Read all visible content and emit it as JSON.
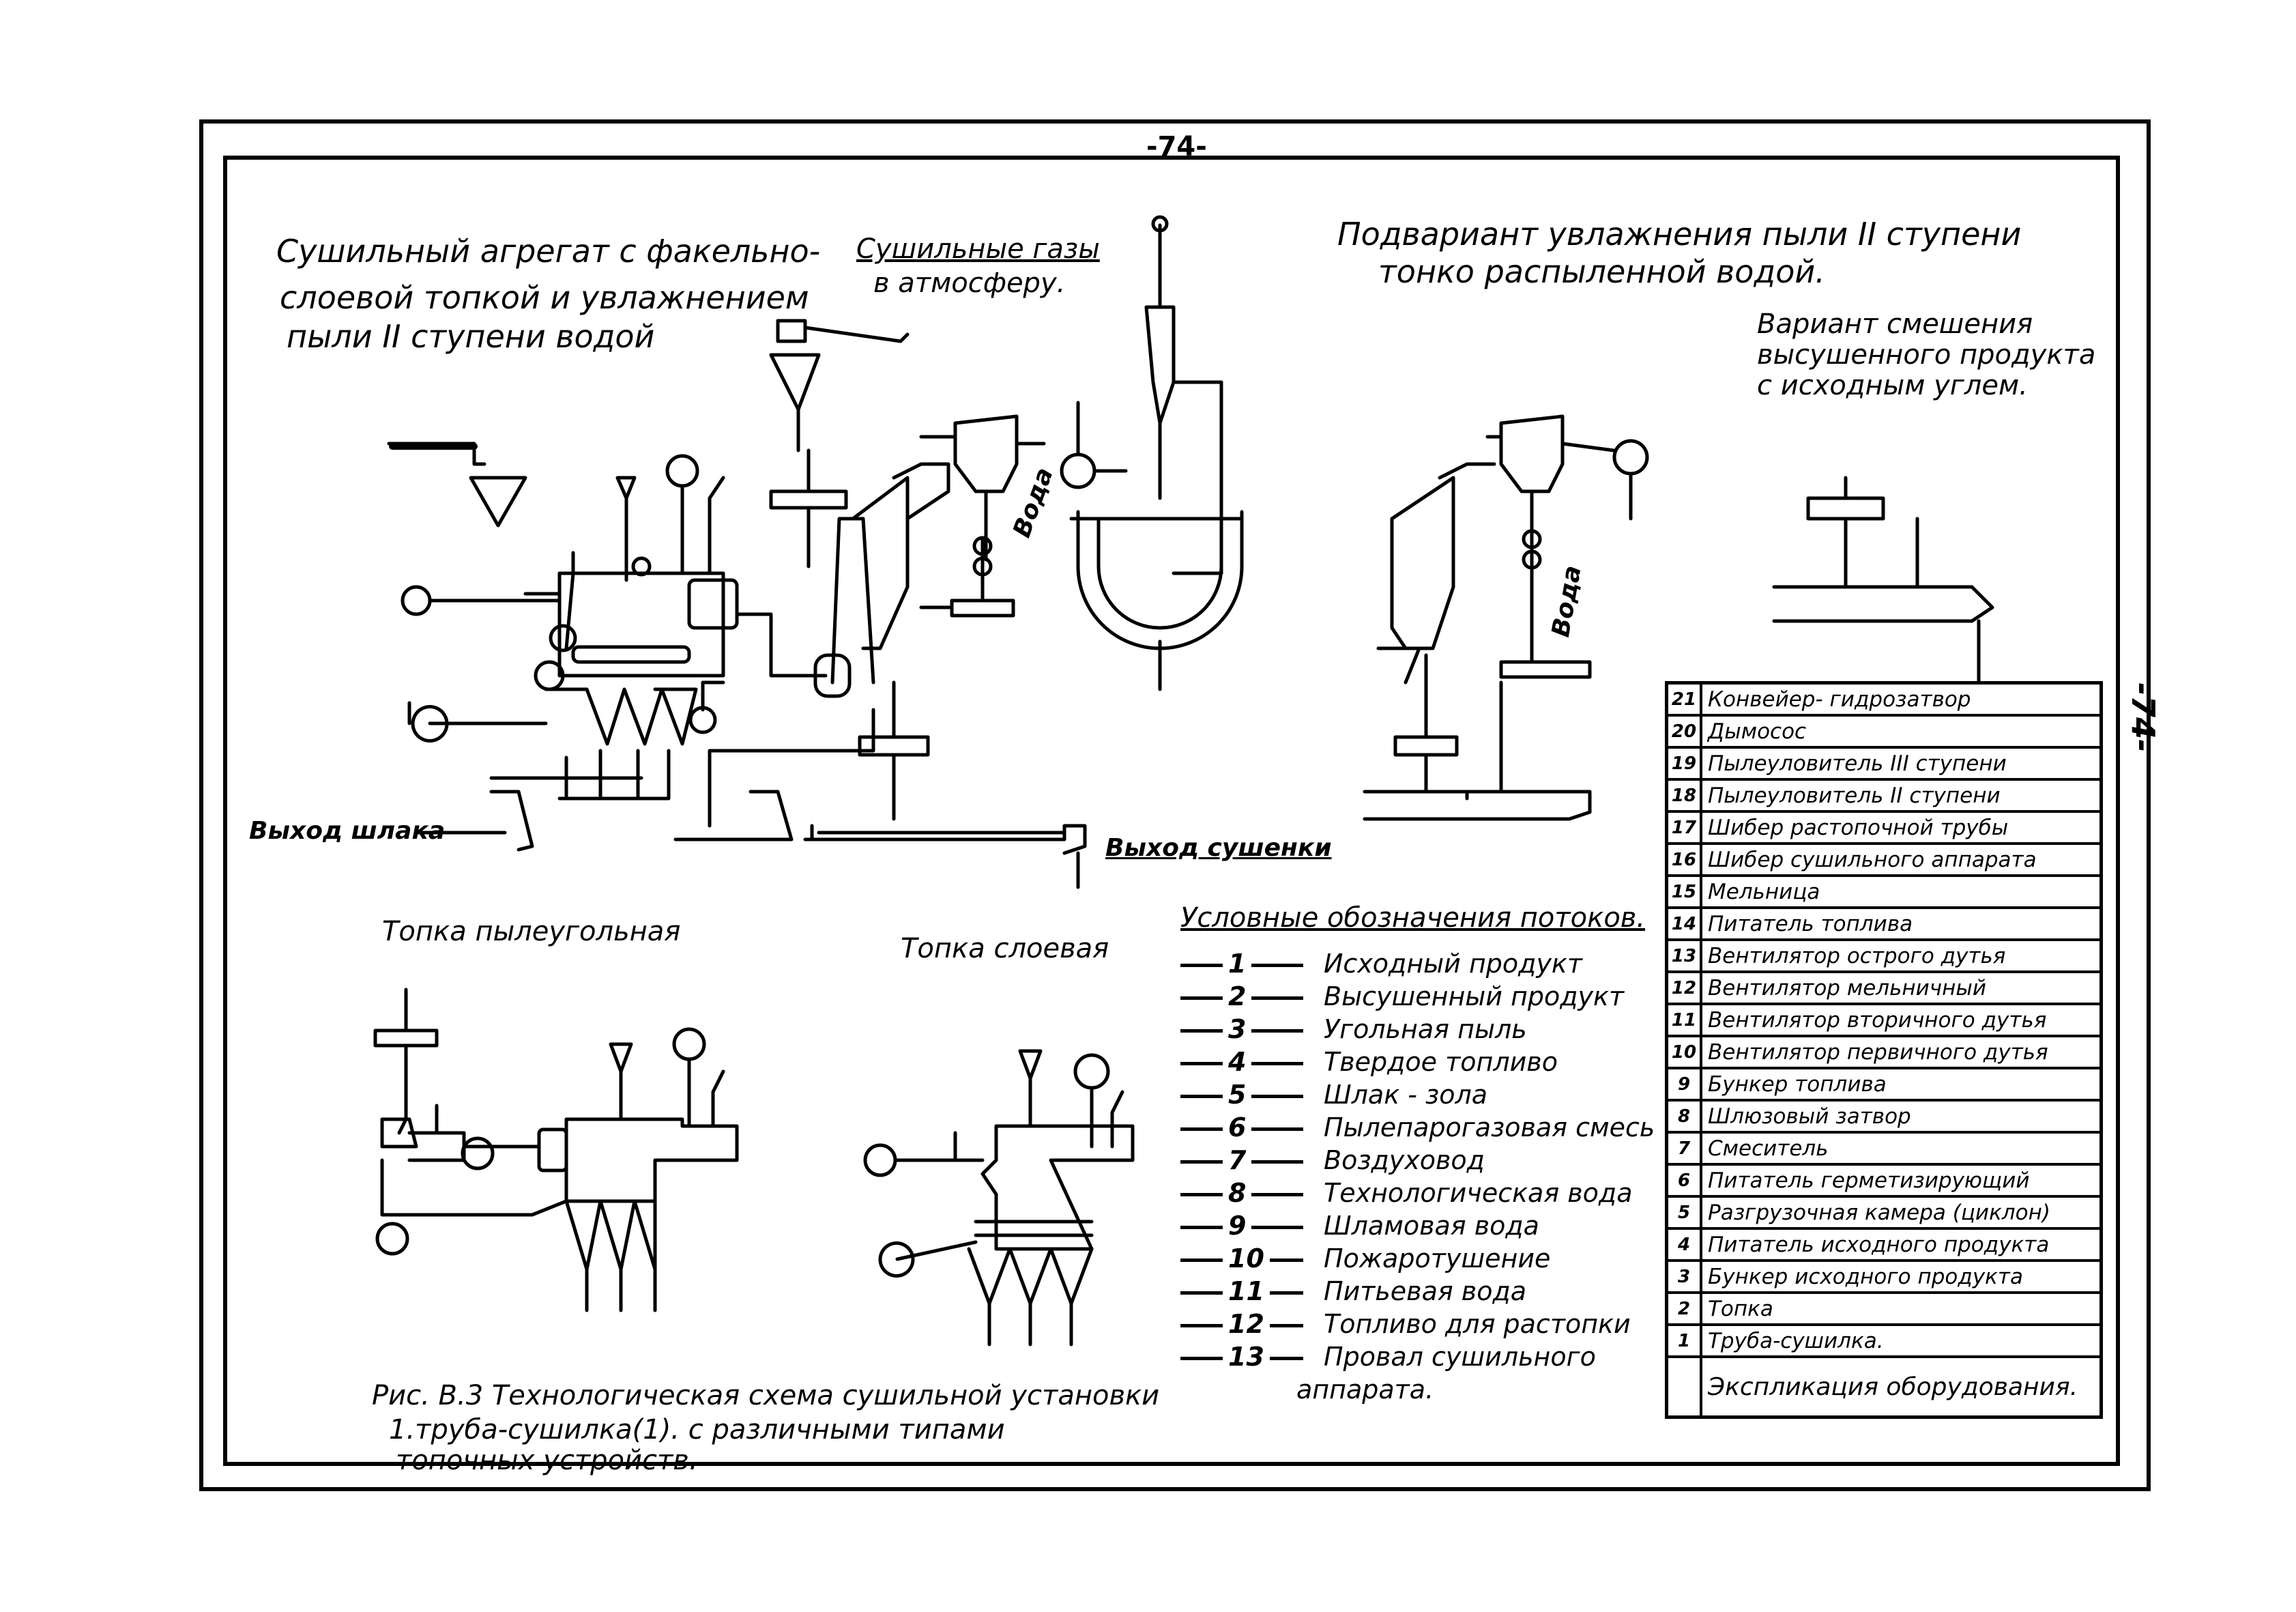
{
  "page_number": "-74-",
  "side_page_number": "-74-",
  "titles": {
    "main_left": [
      "Сушильный агрегат с факельно-",
      "слоевой топкой и увлажнением",
      "пыли  II  ступени водой"
    ],
    "exhaust": [
      "Сушильные газы",
      "в атмосферу."
    ],
    "subvariant": [
      "Подвариант увлажнения пыли II ступени",
      "тонко распыленной водой."
    ],
    "mixing_variant": [
      "Вариант смешения",
      "высушенного продукта",
      "с исходным углем."
    ],
    "furnace_pulverized": "Топка пылеугольная",
    "furnace_layer": "Топка слоевая",
    "slag_exit": "Выход шлака",
    "dried_exit": "Выход сушенки",
    "water": "Вода",
    "caption": [
      "Рис. В.3 Технологическая схема сушильной установки",
      "1.труба-сушилка(1). с различными типами",
      "топочных устройств."
    ]
  },
  "legend": {
    "title": "Условные обозначения потоков.",
    "items": [
      {
        "code": "1",
        "label": "Исходный продукт"
      },
      {
        "code": "2",
        "label": "Высушенный продукт"
      },
      {
        "code": "3",
        "label": "Угольная пыль"
      },
      {
        "code": "4",
        "label": "Твердое топливо"
      },
      {
        "code": "5",
        "label": "Шлак - зола"
      },
      {
        "code": "6",
        "label": "Пылепарогазовая смесь"
      },
      {
        "code": "7",
        "label": "Воздуховод"
      },
      {
        "code": "8",
        "label": "Технологическая вода"
      },
      {
        "code": "9",
        "label": "Шламовая вода"
      },
      {
        "code": "10",
        "label": "Пожаротушение"
      },
      {
        "code": "11",
        "label": "Питьевая вода"
      },
      {
        "code": "12",
        "label": "Топливо для растопки"
      },
      {
        "code": "13",
        "label": "Провал сушильного"
      },
      {
        "code": "",
        "label": "аппарата."
      }
    ]
  },
  "equipment": {
    "title": "Экспликация оборудования.",
    "rows": [
      {
        "no": "21",
        "name": "Конвейер- гидрозатвор"
      },
      {
        "no": "20",
        "name": "Дымосос"
      },
      {
        "no": "19",
        "name": "Пылеуловитель III ступени"
      },
      {
        "no": "18",
        "name": "Пылеуловитель II ступени"
      },
      {
        "no": "17",
        "name": "Шибер растопочной трубы"
      },
      {
        "no": "16",
        "name": "Шибер сушильного аппарата"
      },
      {
        "no": "15",
        "name": "Мельница"
      },
      {
        "no": "14",
        "name": "Питатель топлива"
      },
      {
        "no": "13",
        "name": "Вентилятор острого дутья"
      },
      {
        "no": "12",
        "name": "Вентилятор мельничный"
      },
      {
        "no": "11",
        "name": "Вентилятор вторичного дутья"
      },
      {
        "no": "10",
        "name": "Вентилятор первичного дутья"
      },
      {
        "no": "9",
        "name": "Бункер топлива"
      },
      {
        "no": "8",
        "name": "Шлюзовый затвор"
      },
      {
        "no": "7",
        "name": "Смеситель"
      },
      {
        "no": "6",
        "name": "Питатель герметизирующий"
      },
      {
        "no": "5",
        "name": "Разгрузочная камера (циклон)"
      },
      {
        "no": "4",
        "name": "Питатель исходного продукта"
      },
      {
        "no": "3",
        "name": "Бункер исходного продукта"
      },
      {
        "no": "2",
        "name": "Топка"
      },
      {
        "no": "1",
        "name": "Труба-сушилка."
      }
    ]
  }
}
